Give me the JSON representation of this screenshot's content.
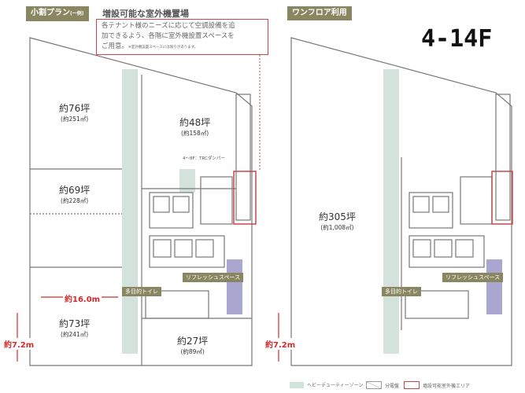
{
  "floor_label": "4-14F",
  "left_plan": {
    "tag": "小割プラン",
    "tag_note": "(一例)",
    "rooms": [
      {
        "name": "約76坪",
        "sub": "(約251㎡)"
      },
      {
        "name": "約69坪",
        "sub": "(約228㎡)"
      },
      {
        "name": "約73坪",
        "sub": "(約241㎡)"
      },
      {
        "name": "約48坪",
        "sub": "(約158㎡)"
      },
      {
        "name": "約27坪",
        "sub": "(約89㎡)"
      }
    ],
    "damper_note": "4～8F：TRCダンパー",
    "refresh": "リフレッシュスペース",
    "toilet": "多目的トイレ",
    "width_dim": "約16.0m",
    "height_dim": "約7.2m"
  },
  "outdoor_unit": {
    "heading": "増設可能な室外機置場",
    "text1": "各テナント様のニーズに応じて空調設備を追",
    "text2": "加できるよう、各階に室外機設置スペースを",
    "text3": "ご用意。",
    "fine": "※室外機設置スペースには限りがあります。"
  },
  "right_plan": {
    "tag": "ワンフロア利用",
    "room": {
      "name": "約305坪",
      "sub": "(約1,008㎡)"
    },
    "refresh": "リフレッシュスペース",
    "toilet": "多目的トイレ",
    "height_dim": "約7.2m"
  },
  "legend": {
    "heavy": "ヘビーデューティーゾーン",
    "panel": "分電盤",
    "outdoor": "増設可能室外機エリア"
  },
  "colors": {
    "olive": "#8a8662",
    "heavy": "#d3e3dc",
    "red": "#c8474a",
    "refresh": "#a9a6d0"
  }
}
